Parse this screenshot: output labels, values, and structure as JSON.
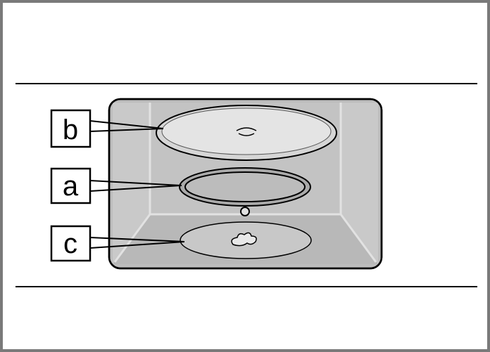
{
  "labels": {
    "a": "a",
    "b": "b",
    "c": "c"
  },
  "colors": {
    "frame": "#7a7a7a",
    "oven_body": "#b4b4b4",
    "oven_inner": "#cfcfcf",
    "divider": "#000000"
  }
}
